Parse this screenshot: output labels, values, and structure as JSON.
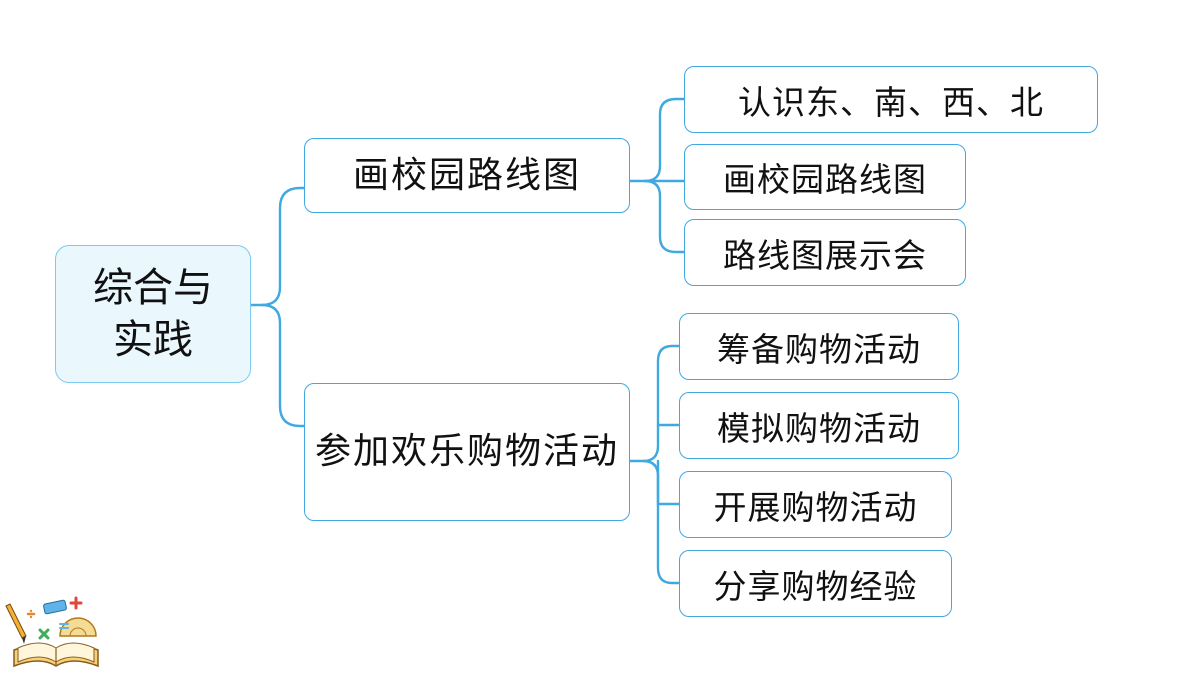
{
  "root": {
    "label": "综合与实践"
  },
  "branches": [
    {
      "label": "画校园路线图",
      "children": [
        "认识东、南、西、北",
        "画校园路线图",
        "路线图展示会"
      ]
    },
    {
      "label": "参加欢乐购物活动",
      "children": [
        "筹备购物活动",
        "模拟购物活动",
        "开展购物活动",
        "分享购物经验"
      ]
    }
  ],
  "colors": {
    "line": "#3fa9e0",
    "root_fill": "#eaf7fd",
    "root_border": "#7ccaee"
  },
  "decoration": {
    "icon": "math-book-icon"
  }
}
